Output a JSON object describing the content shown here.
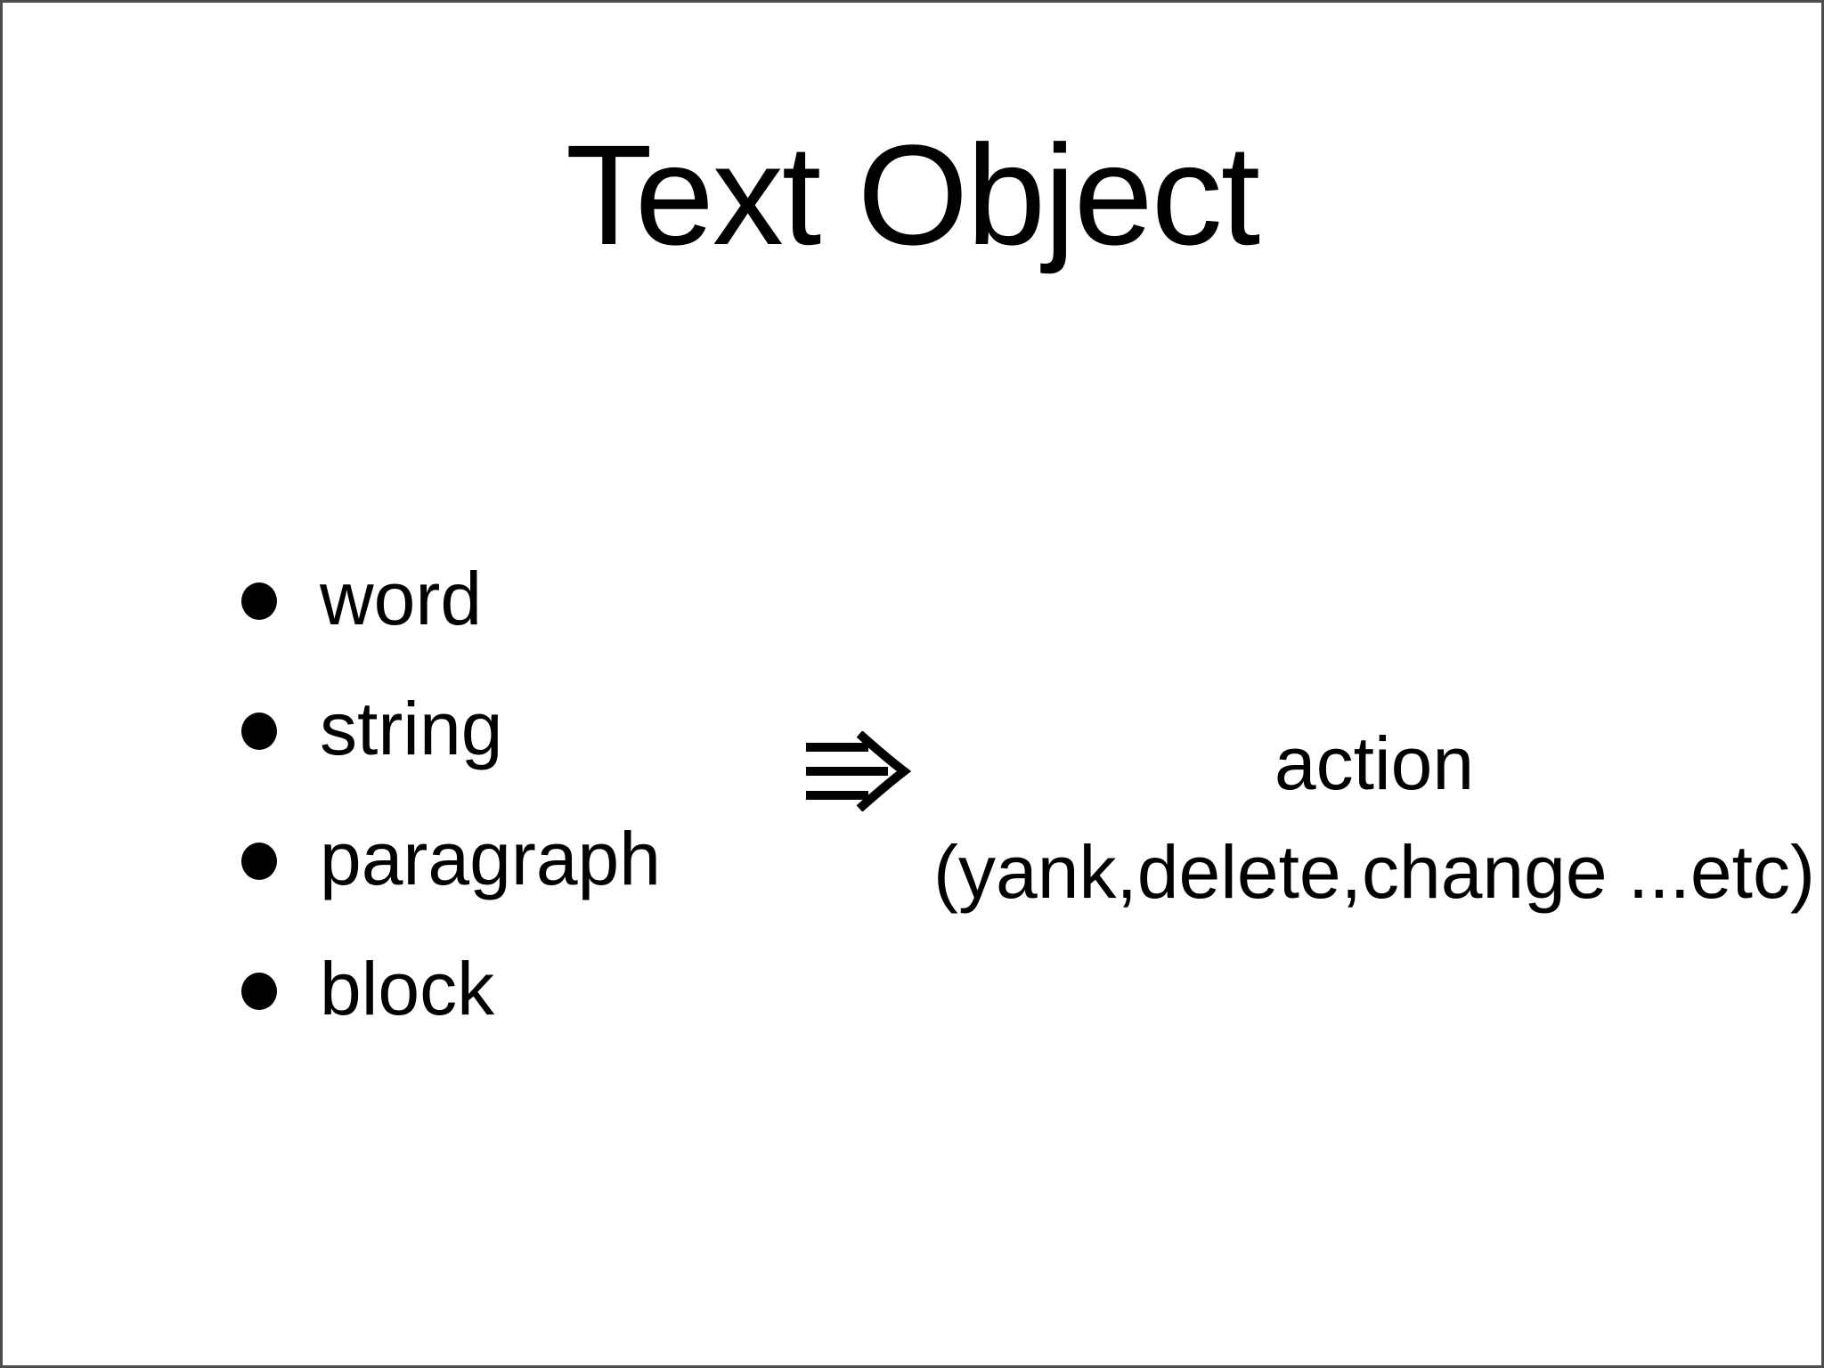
{
  "slide": {
    "title": "Text Object",
    "bullets": [
      "word",
      "string",
      "paragraph",
      "block"
    ],
    "arrow": {
      "icon": "triple-arrow-right",
      "direction": "right"
    },
    "action": {
      "line1": "action",
      "line2": "(yank,delete,change ...etc)"
    },
    "colors": {
      "background": "#ffffff",
      "text": "#000000",
      "border": "#4d4d4d"
    }
  }
}
